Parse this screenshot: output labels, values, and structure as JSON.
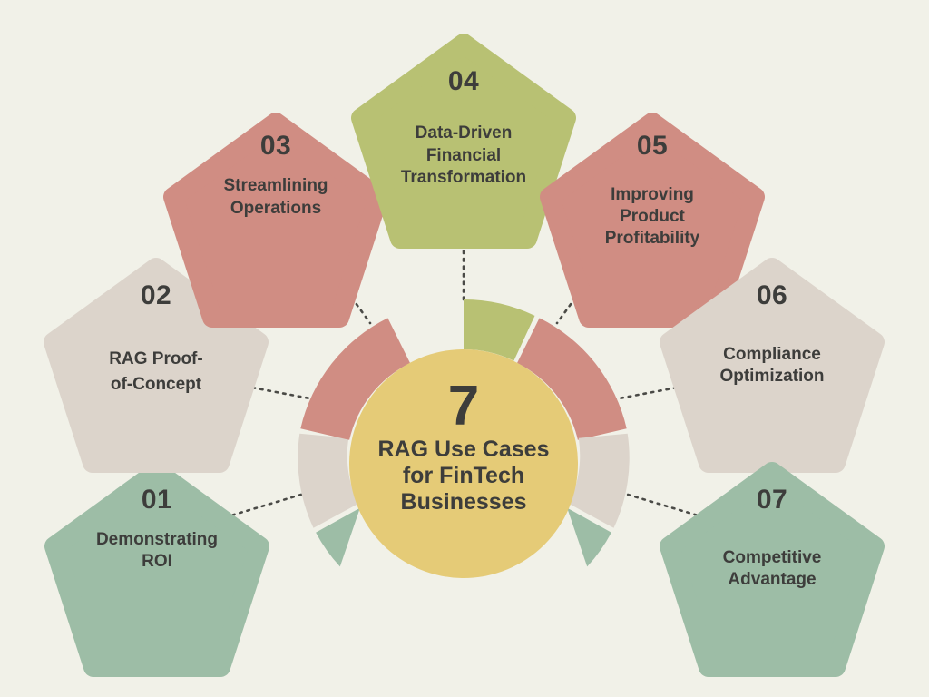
{
  "background_color": "#f1f1e8",
  "text_color": "#3d3d3b",
  "center": {
    "number": "7",
    "title_line1": "RAG Use Cases",
    "title_line2": "for FinTech",
    "title_line3": "Businesses",
    "circle_color": "#e5cb77"
  },
  "palette": {
    "sage_green": "#9dbda6",
    "beige": "#dcd4cb",
    "salmon": "#d08d83",
    "olive": "#b8c173",
    "yellow": "#e5cb77"
  },
  "items": [
    {
      "number": "01",
      "label_line1": "Demonstrating",
      "label_line2": "ROI",
      "color": "#9dbda6"
    },
    {
      "number": "02",
      "label_line1": "RAG Proof-",
      "label_line2": "of-Concept",
      "color": "#dcd4cb"
    },
    {
      "number": "03",
      "label_line1": "Streamlining",
      "label_line2": "Operations",
      "color": "#d08d83"
    },
    {
      "number": "04",
      "label_line1": "Data-Driven",
      "label_line2": "Financial",
      "label_line3": "Transformation",
      "color": "#b8c173"
    },
    {
      "number": "05",
      "label_line1": "Improving",
      "label_line2": "Product",
      "label_line3": "Profitability",
      "color": "#d08d83"
    },
    {
      "number": "06",
      "label_line1": "Compliance",
      "label_line2": "Optimization",
      "color": "#dcd4cb"
    },
    {
      "number": "07",
      "label_line1": "Competitive",
      "label_line2": "Advantage",
      "color": "#9dbda6"
    }
  ],
  "chart_data": {
    "type": "pie",
    "title": "7 RAG Use Cases for FinTech Businesses",
    "categories": [
      "Demonstrating ROI",
      "RAG Proof-of-Concept",
      "Streamlining Operations",
      "Data-Driven Financial Transformation",
      "Improving Product Profitability",
      "Compliance Optimization",
      "Competitive Advantage"
    ],
    "values": [
      1,
      1,
      1,
      1,
      1,
      1,
      1
    ],
    "colors": [
      "#9dbda6",
      "#dcd4cb",
      "#d08d83",
      "#b8c173",
      "#d08d83",
      "#dcd4cb",
      "#9dbda6"
    ],
    "legend": "none",
    "notes": "Donut ring of 7 equal segments around a central yellow circle; each segment links by dotted line to a numbered pentagon callout."
  }
}
